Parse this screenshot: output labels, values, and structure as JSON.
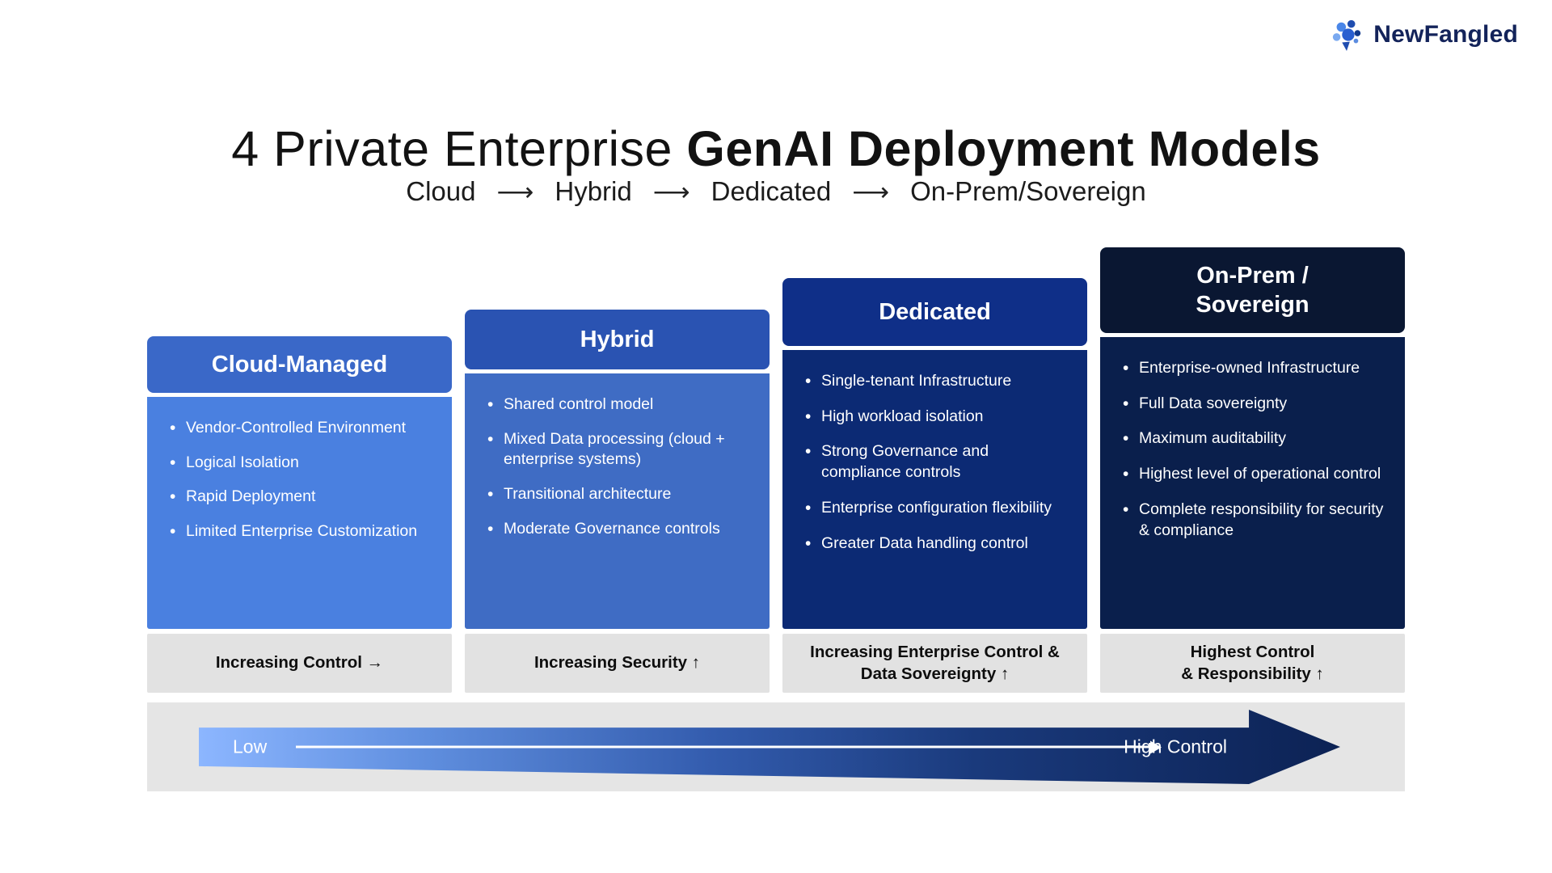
{
  "brand": {
    "name_bold": "New",
    "name_regular": "Fangled"
  },
  "title": {
    "prefix": "4 Private Enterprise ",
    "emphasis": "GenAI Deployment Models"
  },
  "flow": {
    "steps": [
      "Cloud",
      "Hybrid",
      "Dedicated",
      "On-Prem/Sovereign"
    ],
    "arrow": "⟶"
  },
  "columns": [
    {
      "title": "Cloud-Managed",
      "header_color": "#3a68c8",
      "body_color": "#4a80e0",
      "bullets": [
        "Vendor-Controlled Environment",
        "Logical Isolation",
        "Rapid Deployment",
        "Limited Enterprise Customization"
      ],
      "footer": "Increasing Control →"
    },
    {
      "title": "Hybrid",
      "header_color": "#2a53b2",
      "body_color": "#3f6cc4",
      "bullets": [
        "Shared control model",
        "Mixed Data processing (cloud + enterprise systems)",
        "Transitional architecture",
        "Moderate Governance controls"
      ],
      "footer": "Increasing Security ↑"
    },
    {
      "title": "Dedicated",
      "header_color": "#0f2f88",
      "body_color": "#0c2a74",
      "bullets": [
        "Single-tenant Infrastructure",
        "High workload isolation",
        "Strong Governance and compliance controls",
        "Enterprise configuration flexibility",
        "Greater Data handling control"
      ],
      "footer": "Increasing Enterprise Control &\nData Sovereignty ↑"
    },
    {
      "title": "On-Prem /\nSovereign",
      "header_color": "#0a1732",
      "body_color": "#0a1f4c",
      "bullets": [
        "Enterprise-owned Infrastructure",
        "Full Data sovereignty",
        "Maximum auditability",
        "Highest level of operational control",
        "Complete responsibility for security & compliance"
      ],
      "footer": "Highest Control\n& Responsibility ↑"
    }
  ],
  "legend": {
    "low_label": "Low",
    "high_label": "High Control"
  }
}
